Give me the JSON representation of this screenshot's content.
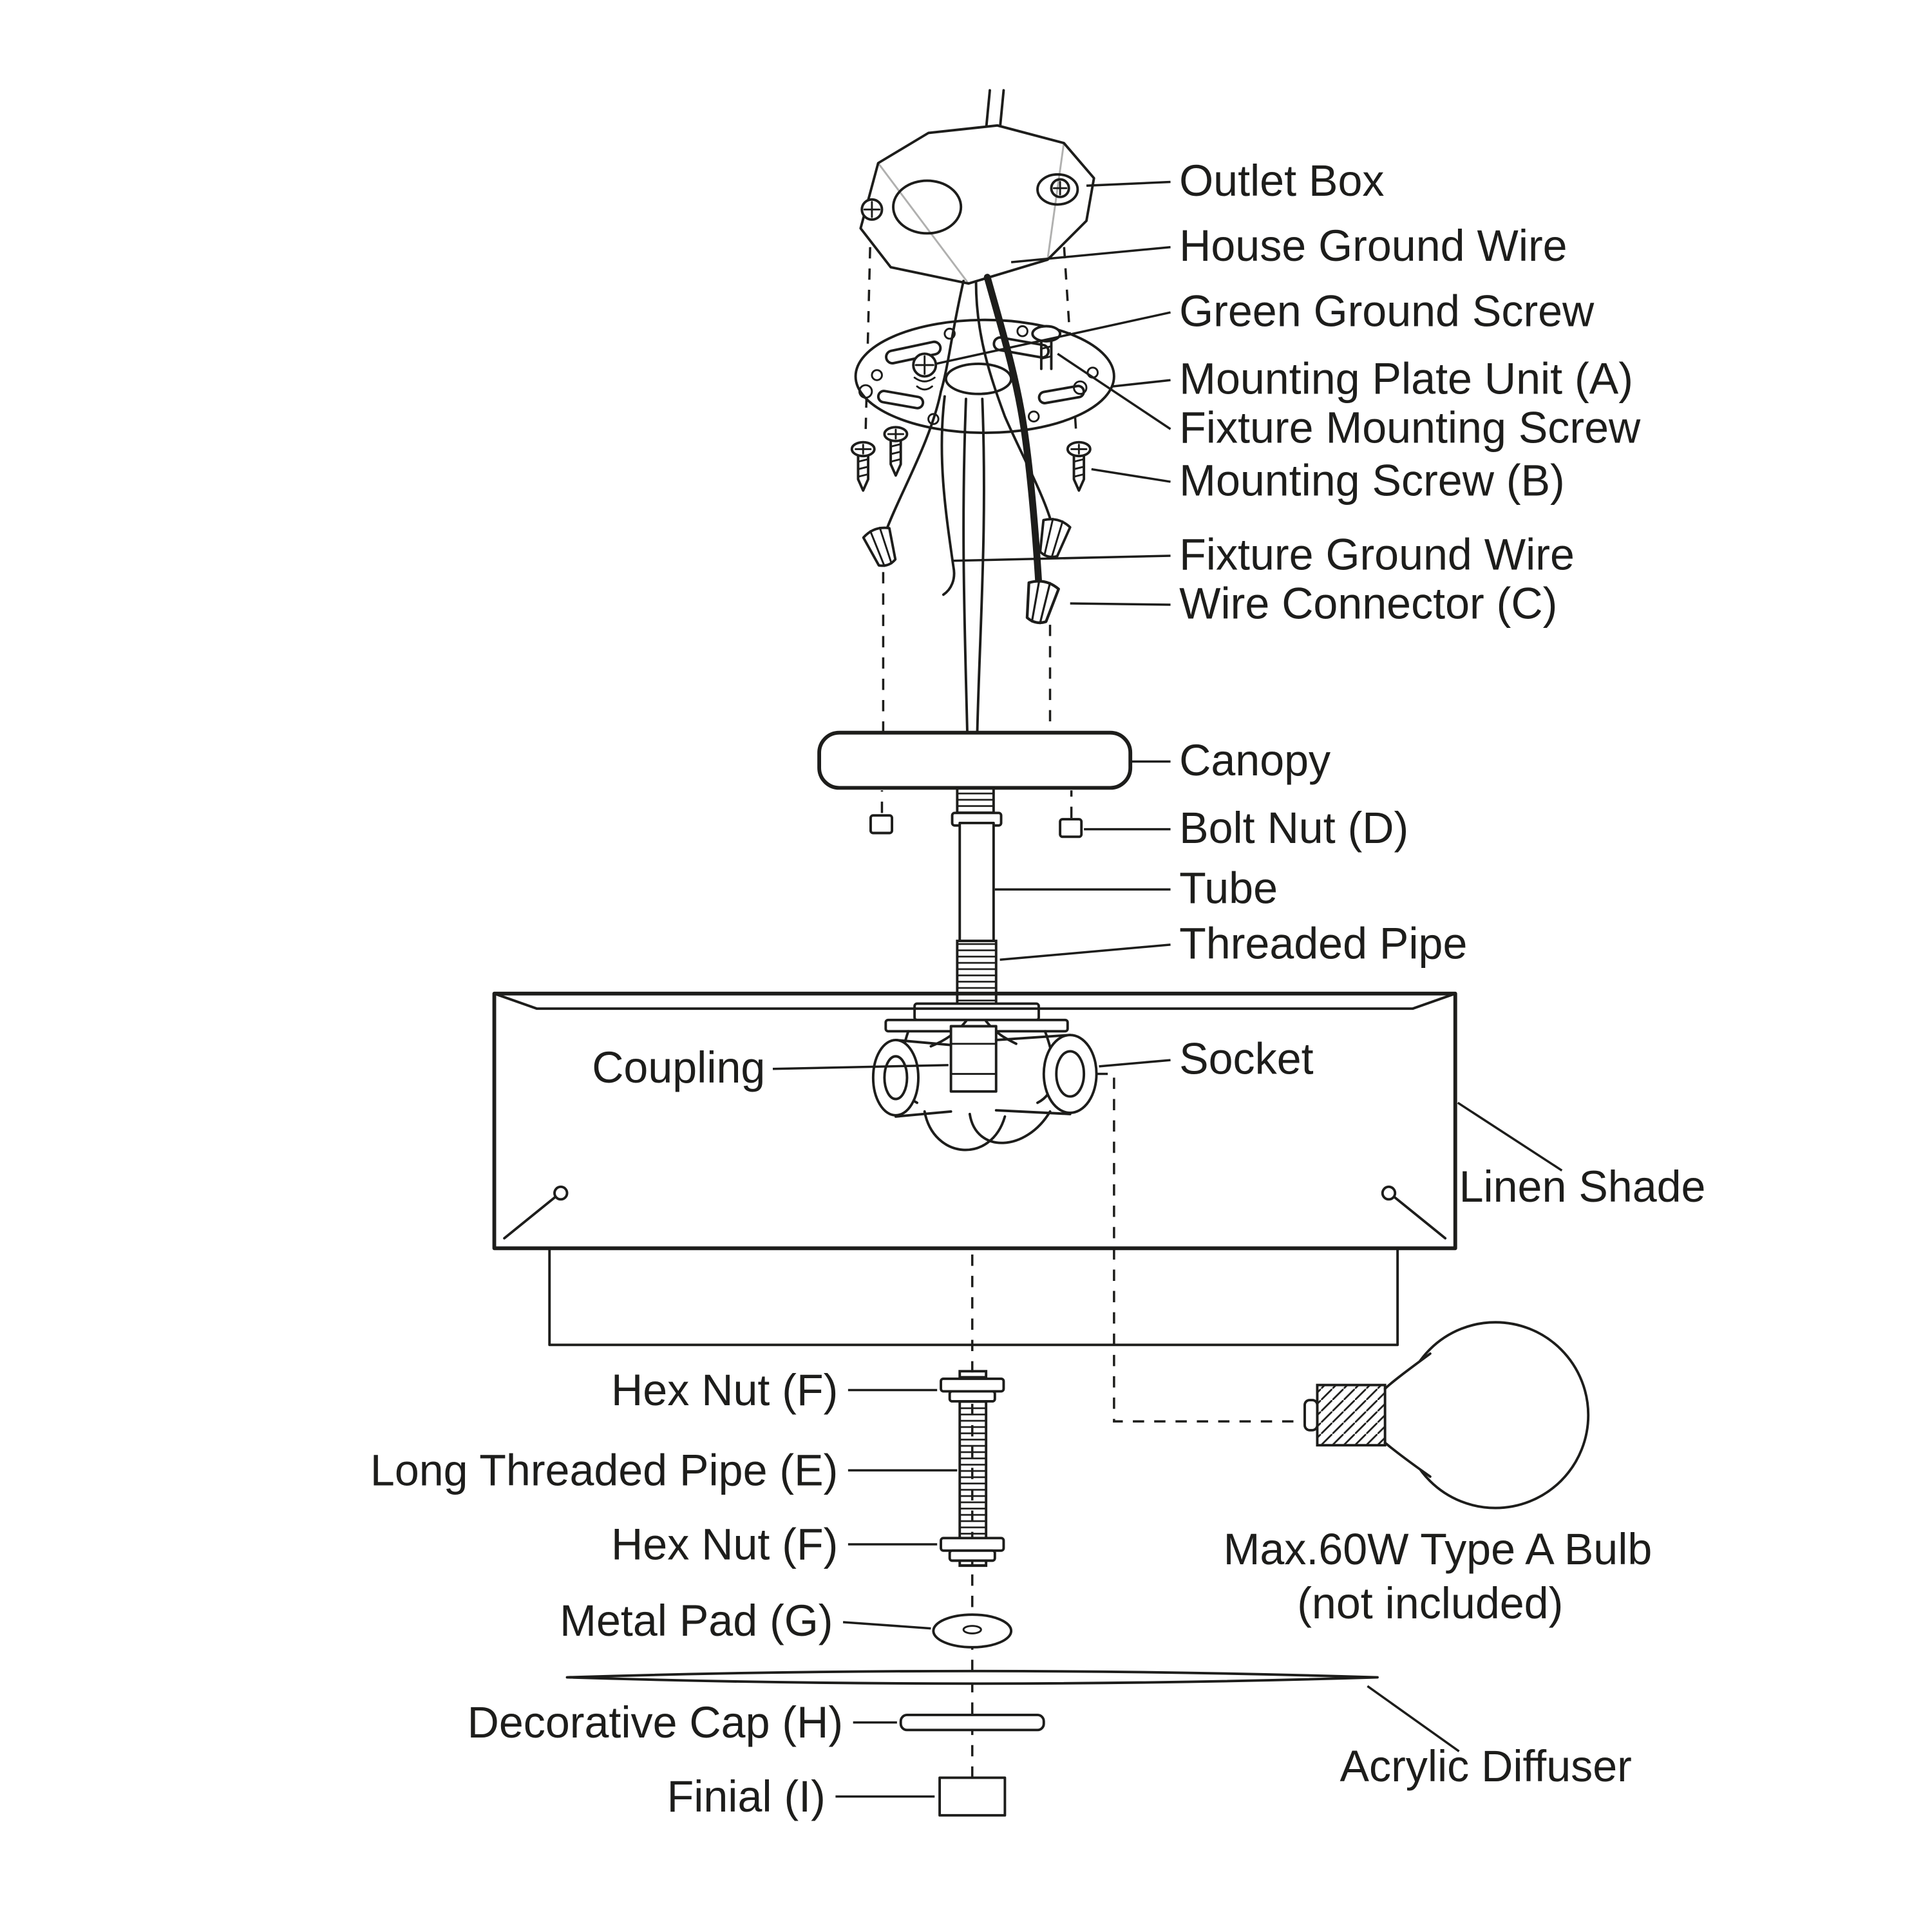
{
  "colors": {
    "line": "#1d1d1b",
    "background": "#ffffff"
  },
  "diagram": {
    "kind": "exploded-assembly-diagram",
    "labels": {
      "outlet_box": "Outlet Box",
      "house_ground_wire": "House Ground Wire",
      "green_ground_screw": "Green Ground Screw",
      "mounting_plate_unit": "Mounting Plate Unit (A)",
      "fixture_mounting_screw": "Fixture Mounting Screw",
      "mounting_screw_b": "Mounting Screw (B)",
      "fixture_ground_wire": "Fixture Ground Wire",
      "wire_connector_c": "Wire Connector (C)",
      "canopy": "Canopy",
      "bolt_nut_d": "Bolt Nut (D)",
      "tube": "Tube",
      "threaded_pipe": "Threaded Pipe",
      "coupling": "Coupling",
      "socket": "Socket",
      "linen_shade": "Linen Shade",
      "hex_nut_f_top": "Hex Nut (F)",
      "long_threaded_pipe_e": "Long Threaded Pipe (E)",
      "hex_nut_f_bottom": "Hex Nut (F)",
      "metal_pad_g": "Metal Pad (G)",
      "decorative_cap_h": "Decorative Cap (H)",
      "finial_i": "Finial (I)",
      "bulb_note_line1": "Max.60W Type A Bulb",
      "bulb_note_line2": "(not included)",
      "acrylic_diffuser": "Acrylic Diffuser"
    }
  }
}
